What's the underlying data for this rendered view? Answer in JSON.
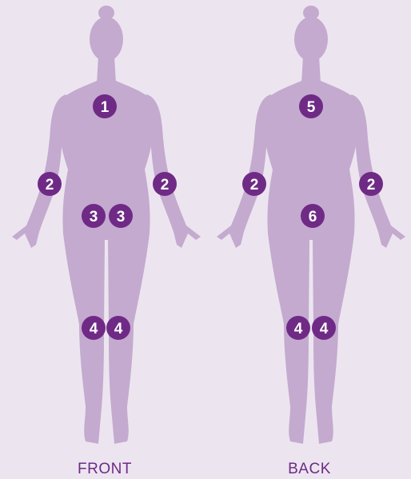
{
  "colors": {
    "background": "#ECE5F0",
    "body": "#C4AACF",
    "marker": "#6F2A86",
    "marker_text": "#FFFFFF",
    "label": "#6F2A86"
  },
  "views": {
    "front": {
      "label": "FRONT",
      "markers": [
        "1",
        "2",
        "2",
        "3",
        "3",
        "4",
        "4"
      ]
    },
    "back": {
      "label": "BACK",
      "markers": [
        "5",
        "2",
        "2",
        "6",
        "4",
        "4"
      ]
    }
  }
}
